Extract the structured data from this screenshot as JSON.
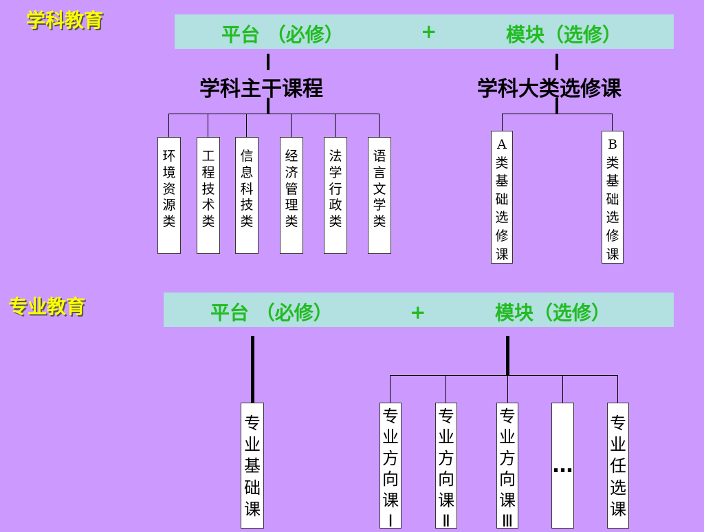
{
  "sections": {
    "discipline_title": "学科教育",
    "major_title": "专业教育"
  },
  "top_banner": {
    "platform": "平台 （必修）",
    "plus": "+",
    "module": "模块（选修）"
  },
  "bottom_banner": {
    "platform": "平台 （必修）",
    "plus": "+",
    "module": "模块（选修）"
  },
  "discipline": {
    "core_label": "学科主干课程",
    "elective_label": "学科大类选修课",
    "core_categories": [
      "环境资源类",
      "工程技术类",
      "信息科技类",
      "经济管理类",
      "法学行政类",
      "语言文学类"
    ],
    "elective_categories": [
      "A类基础选修课",
      "B类基础选修课"
    ]
  },
  "major": {
    "foundation": "专业基础课",
    "modules": [
      "专业方向课Ⅰ",
      "专业方向课Ⅱ",
      "专业方向课Ⅲ",
      "…",
      "专业任选课"
    ]
  }
}
